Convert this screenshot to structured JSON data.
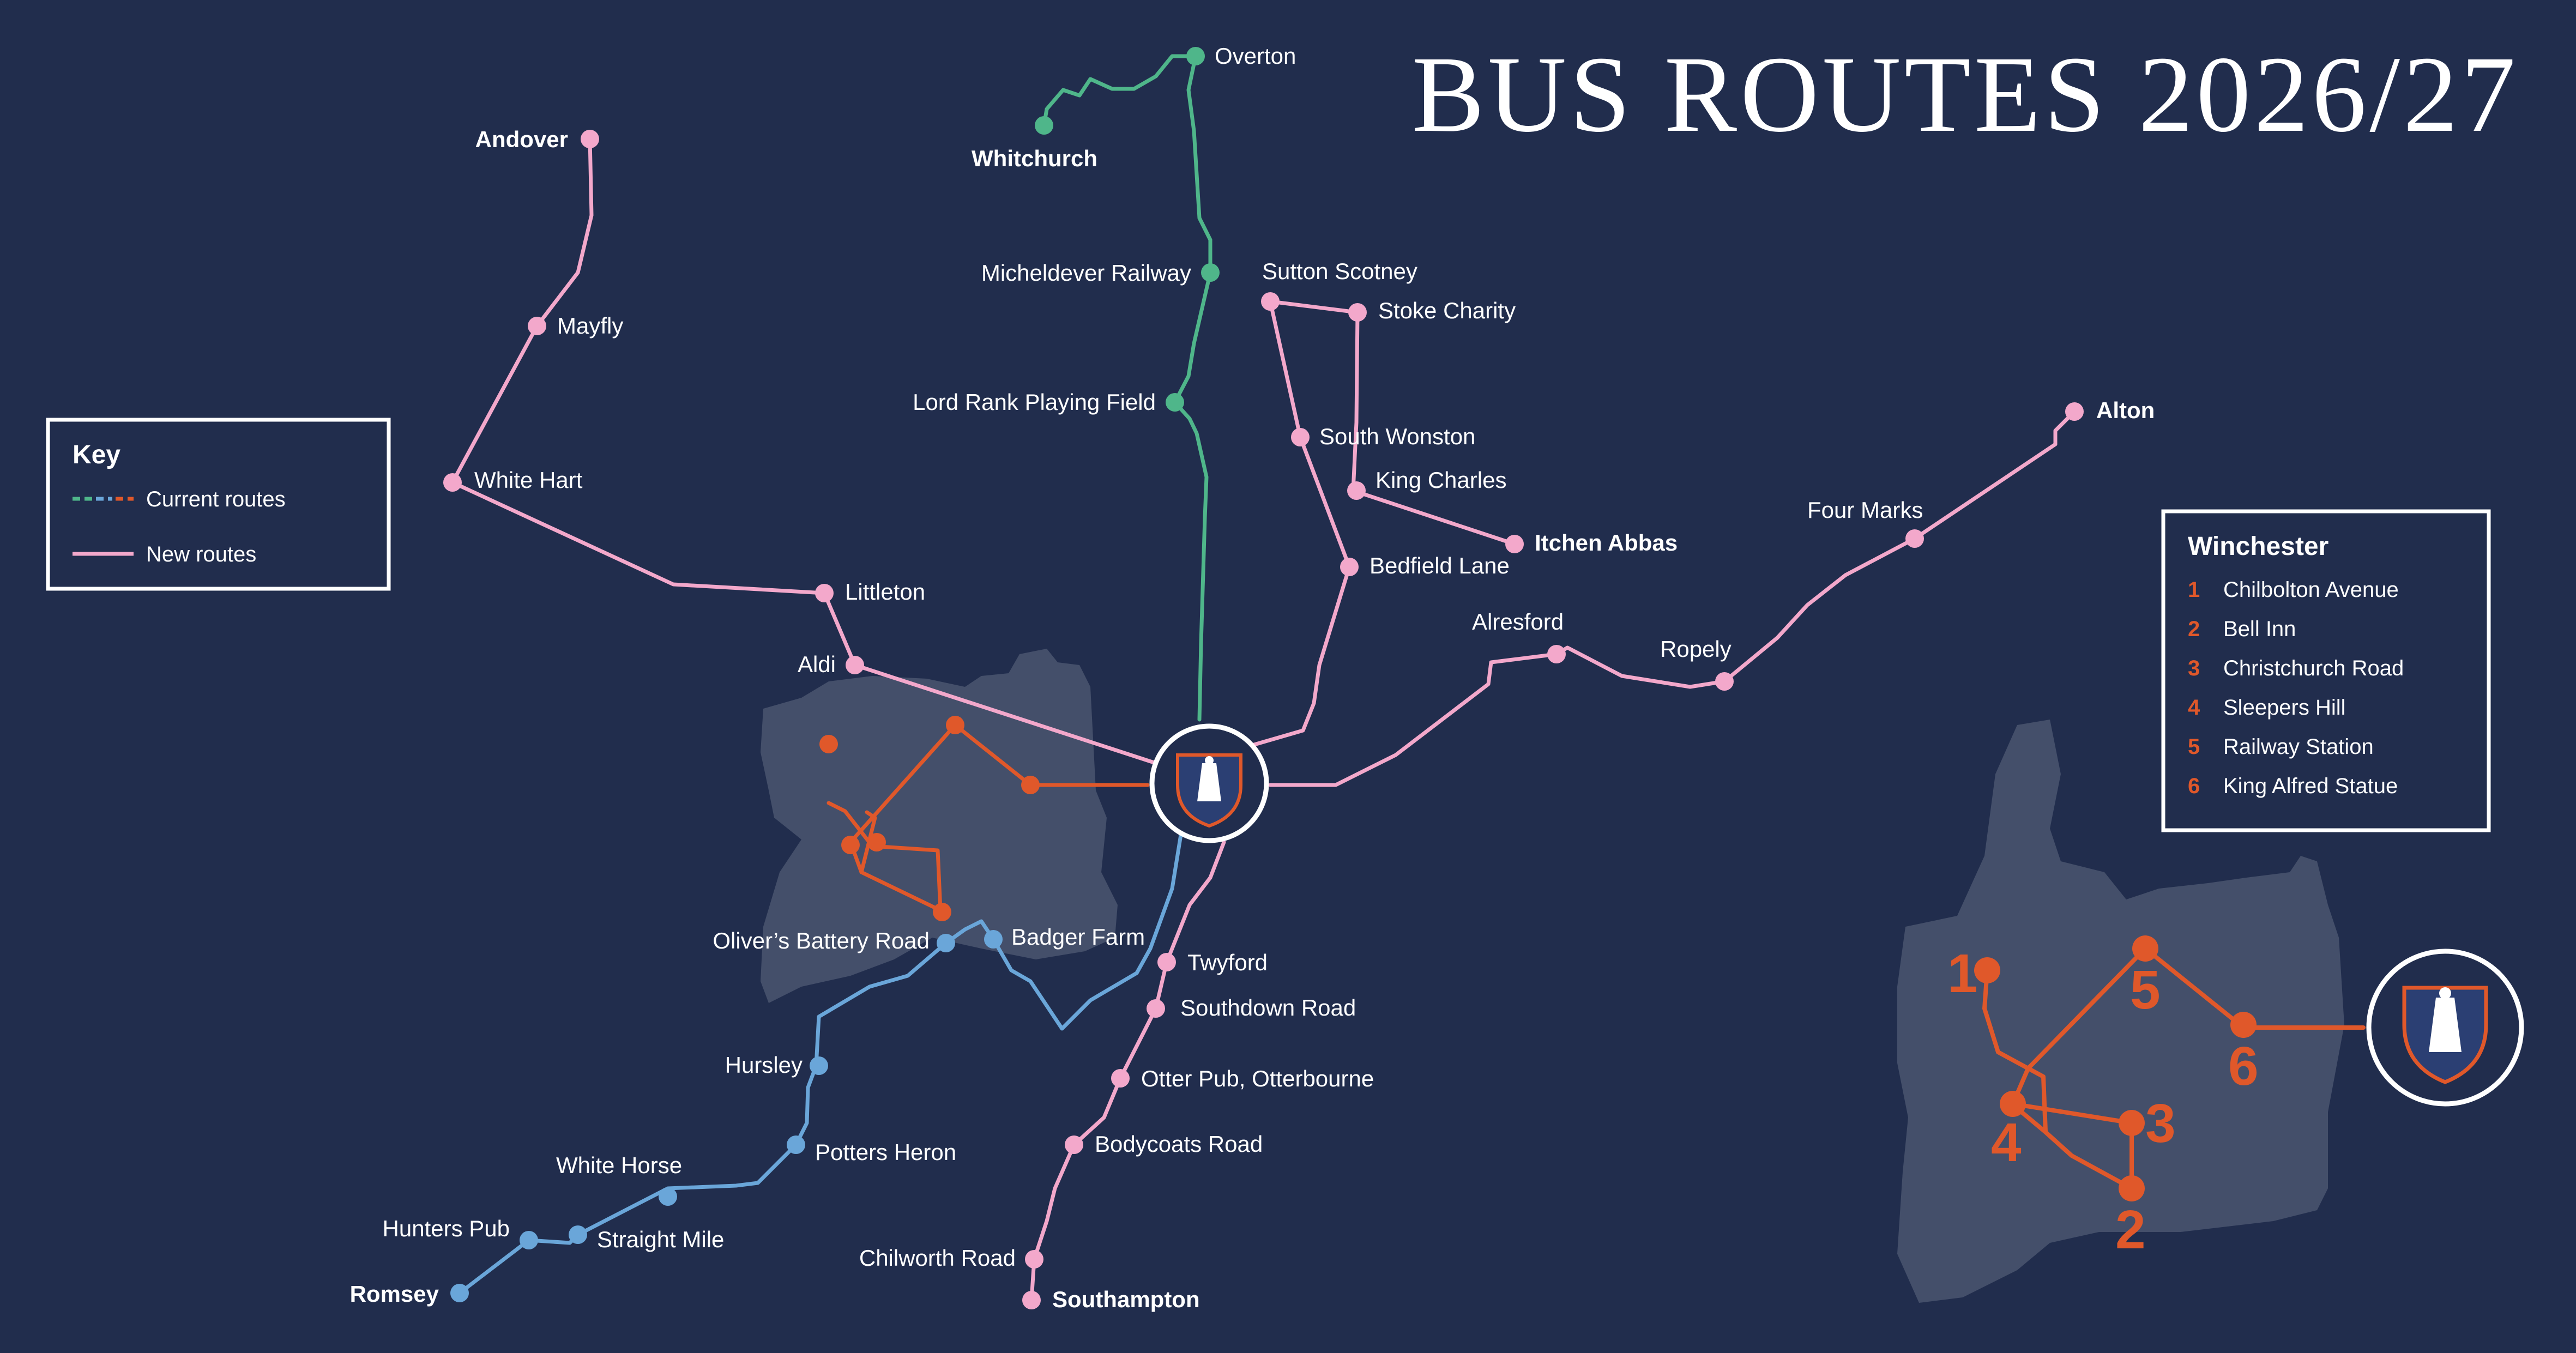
{
  "title": "BUS ROUTES 2026/27",
  "colors": {
    "background": "#212d4d",
    "city_area": "#444f6a",
    "new_routes": "#f3a8cb",
    "current_green": "#4fb68a",
    "current_blue": "#6aa6d9",
    "current_orange": "#e0582a"
  },
  "key": {
    "heading": "Key",
    "current_routes": "Current routes",
    "new_routes": "New routes"
  },
  "stops": {
    "andover": "Andover",
    "mayfly": "Mayfly",
    "white_hart": "White Hart",
    "littleton": "Littleton",
    "aldi": "Aldi",
    "whitchurch": "Whitchurch",
    "overton": "Overton",
    "micheldever_railway": "Micheldever Railway",
    "lord_rank_playing_field": "Lord Rank Playing Field",
    "sutton_scotney": "Sutton Scotney",
    "stoke_charity": "Stoke Charity",
    "south_wonston": "South Wonston",
    "king_charles": "King Charles",
    "itchen_abbas": "Itchen Abbas",
    "bedfield_lane": "Bedfield Lane",
    "alresford": "Alresford",
    "ropely": "Ropely",
    "four_marks": "Four Marks",
    "alton": "Alton",
    "olivers_battery_road": "Oliver’s Battery Road",
    "badger_farm": "Badger Farm",
    "hursley": "Hursley",
    "potters_heron": "Potters Heron",
    "white_horse": "White Horse",
    "hunters_pub": "Hunters Pub",
    "straight_mile": "Straight Mile",
    "romsey": "Romsey",
    "twyford": "Twyford",
    "southdown_road": "Southdown Road",
    "otter_pub": "Otter Pub, Otterbourne",
    "bodycoats_road": "Bodycoats Road",
    "chilworth_road": "Chilworth Road",
    "southampton": "Southampton"
  },
  "winchester": {
    "heading": "Winchester",
    "items": [
      {
        "num": "1",
        "name": "Chilbolton Avenue"
      },
      {
        "num": "2",
        "name": "Bell Inn"
      },
      {
        "num": "3",
        "name": "Christchurch Road"
      },
      {
        "num": "4",
        "name": "Sleepers Hill"
      },
      {
        "num": "5",
        "name": "Railway Station"
      },
      {
        "num": "6",
        "name": "King Alfred Statue"
      }
    ]
  }
}
